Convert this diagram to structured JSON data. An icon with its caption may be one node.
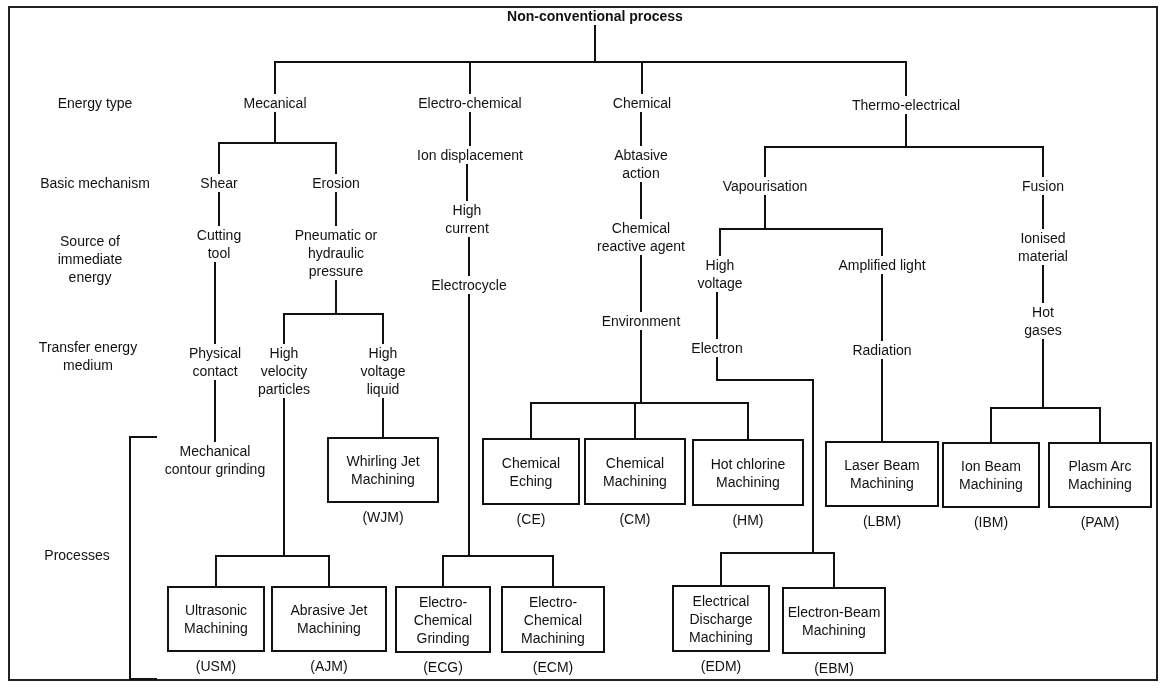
{
  "diagram": {
    "nodes": [
      {
        "text": [
          "Non-conventional process"
        ]
      },
      {
        "text": [
          "Mecanical"
        ]
      },
      {
        "text": [
          "Electro-chemical"
        ]
      },
      {
        "text": [
          "Chemical"
        ]
      },
      {
        "text": [
          "Thermo-electrical"
        ]
      },
      {
        "text": [
          "Shear"
        ]
      },
      {
        "text": [
          "Erosion"
        ]
      },
      {
        "text": [
          "Ion displacement"
        ]
      },
      {
        "text": [
          "Abtasive action"
        ]
      },
      {
        "text": [
          "Vapourisation"
        ]
      },
      {
        "text": [
          "Fusion"
        ]
      },
      {
        "text": [
          "Cutting tool"
        ]
      },
      {
        "text": [
          "Pneumatic or hydraulic pressure"
        ]
      },
      {
        "text": [
          "High current"
        ]
      },
      {
        "text": [
          "Electrocycle"
        ]
      },
      {
        "text": [
          "Chemical reactive agent"
        ]
      },
      {
        "text": [
          "High voltage"
        ]
      },
      {
        "text": [
          "Amplified light"
        ]
      },
      {
        "text": [
          "Ionised material"
        ]
      },
      {
        "text": [
          "Environment"
        ]
      },
      {
        "text": [
          "Physical contact"
        ]
      },
      {
        "text": [
          "High velocity particles"
        ]
      },
      {
        "text": [
          "High voltage liquid"
        ]
      },
      {
        "text": [
          "Electron"
        ]
      },
      {
        "text": [
          "Radiation"
        ]
      },
      {
        "text": [
          "Hot gases"
        ]
      },
      {
        "text": [
          "Mechanical contour grinding"
        ]
      },
      {
        "text": [
          "Whirling Jet Machining"
        ],
        "beside": [
          "(WJM)"
        ]
      },
      {
        "text": [
          "Chemical Eching"
        ],
        "beside": [
          "(CE)"
        ]
      },
      {
        "text": [
          "Chemical Machining"
        ],
        "beside": [
          "(CM)"
        ]
      },
      {
        "text": [
          "Hot chlorine Machining"
        ],
        "beside": [
          "(HM)"
        ]
      },
      {
        "text": [
          "Laser Beam Machining"
        ],
        "beside": [
          "(LBM)"
        ]
      },
      {
        "text": [
          "Ion Beam Machining"
        ],
        "beside": [
          "(IBM)"
        ]
      },
      {
        "text": [
          "Plasm Arc Machining"
        ],
        "beside": [
          "(PAM)"
        ]
      },
      {
        "text": [
          "Ultrasonic Machining"
        ],
        "beside": [
          "(USM)"
        ]
      },
      {
        "text": [
          "Abrasive Jet Machining"
        ],
        "beside": [
          "(AJM)"
        ]
      },
      {
        "text": [
          "Electro-Chemical Grinding"
        ],
        "beside": [
          "(ECG)"
        ]
      },
      {
        "text": [
          "Electro-Chemical Machining"
        ],
        "beside": [
          "(ECM)"
        ]
      },
      {
        "text": [
          "Electrical Discharge Machining"
        ],
        "beside": [
          "(EDM)"
        ]
      },
      {
        "text": [
          "Electron-Beam Machining"
        ],
        "beside": [
          "(EBM)"
        ]
      }
    ],
    "edges": [
      {
        "from": 0,
        "to": 1,
        "arrow": "none"
      },
      {
        "from": 0,
        "to": 2,
        "arrow": "none"
      },
      {
        "from": 0,
        "to": 3,
        "arrow": "none"
      },
      {
        "from": 0,
        "to": 4,
        "arrow": "none"
      },
      {
        "from": 1,
        "to": 5,
        "arrow": "none"
      },
      {
        "from": 1,
        "to": 6,
        "arrow": "none"
      },
      {
        "from": 2,
        "to": 7,
        "arrow": "none"
      },
      {
        "from": 3,
        "to": 8,
        "arrow": "none"
      },
      {
        "from": 4,
        "to": 9,
        "arrow": "none"
      },
      {
        "from": 4,
        "to": 10,
        "arrow": "none"
      },
      {
        "from": 5,
        "to": 11,
        "arrow": "none"
      },
      {
        "from": 6,
        "to": 12,
        "arrow": "none"
      },
      {
        "from": 7,
        "to": 13,
        "arrow": "none"
      },
      {
        "from": 8,
        "to": 15,
        "arrow": "none"
      },
      {
        "from": 9,
        "to": 16,
        "arrow": "none"
      },
      {
        "from": 9,
        "to": 17,
        "arrow": "none"
      },
      {
        "from": 10,
        "to": 18,
        "arrow": "none"
      },
      {
        "from": 13,
        "to": 14,
        "arrow": "none"
      },
      {
        "from": 15,
        "to": 19,
        "arrow": "none"
      },
      {
        "from": 18,
        "to": 25,
        "arrow": "none"
      },
      {
        "from": 11,
        "to": 20,
        "arrow": "none"
      },
      {
        "from": 12,
        "to": 21,
        "arrow": "none"
      },
      {
        "from": 12,
        "to": 22,
        "arrow": "none"
      },
      {
        "from": 16,
        "to": 23,
        "arrow": "none"
      },
      {
        "from": 17,
        "to": 24,
        "arrow": "none"
      },
      {
        "from": 20,
        "to": 26,
        "arrow": "none"
      },
      {
        "from": 22,
        "to": 27,
        "arrow": "none"
      },
      {
        "from": 19,
        "to": 28,
        "arrow": "none"
      },
      {
        "from": 19,
        "to": 29,
        "arrow": "none"
      },
      {
        "from": 19,
        "to": 30,
        "arrow": "none"
      },
      {
        "from": 24,
        "to": 31,
        "arrow": "none"
      },
      {
        "from": 25,
        "to": 32,
        "arrow": "none"
      },
      {
        "from": 25,
        "to": 33,
        "arrow": "none"
      },
      {
        "from": 21,
        "to": 34,
        "arrow": "none"
      },
      {
        "from": 21,
        "to": 35,
        "arrow": "none"
      },
      {
        "from": 14,
        "to": 36,
        "arrow": "none"
      },
      {
        "from": 14,
        "to": 37,
        "arrow": "none"
      },
      {
        "from": 23,
        "to": 38,
        "arrow": "none"
      },
      {
        "from": 23,
        "to": 39,
        "arrow": "none"
      }
    ],
    "labels": [
      "Energy type",
      "Basic mechanism",
      "Source of immediate energy",
      "Transfer energy medium",
      "Processes"
    ]
  }
}
